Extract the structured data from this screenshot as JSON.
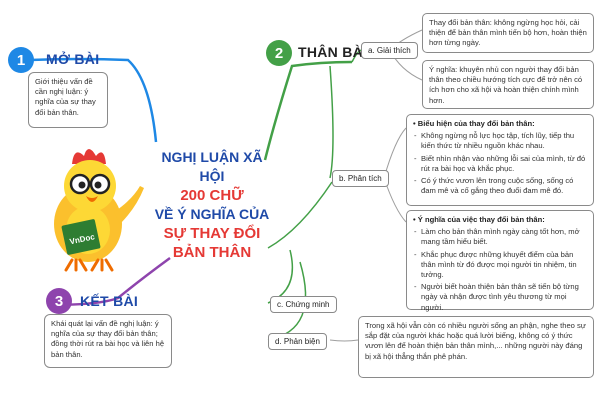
{
  "center": {
    "line1": "NGHỊ LUẬN XÃ HỘI",
    "line2": "200 CHỮ",
    "line3": "VỀ Ý NGHĨA CỦA",
    "line4": "SỰ THAY ĐỔI",
    "line5": "BẢN THÂN"
  },
  "mascot": {
    "book_text": "VnDoc"
  },
  "colors": {
    "blue": "#1e88e5",
    "green": "#43a047",
    "purple": "#8e44ad",
    "red": "#e53935",
    "navy": "#1f4aa8"
  },
  "sections": {
    "mo_bai": {
      "number": "1",
      "title": "MỞ BÀI",
      "text": "Giới thiệu vấn đề cần nghị luận: ý nghĩa của sự thay đổi bản thân."
    },
    "than_bai": {
      "number": "2",
      "title": "THÂN BÀI",
      "a_label": "a. Giải thích",
      "a_text1": "Thay đổi bản thân: không ngừng học hỏi, cải thiện để bản thân mình tiến bộ hơn, hoàn thiện hơn từng ngày.",
      "a_text2": "Ý nghĩa: khuyên nhủ con người thay đổi bản thân theo chiều hướng tích cực để trở nên có ích hơn cho xã hội và hoàn thiện chính mình hơn.",
      "b_label": "b. Phân tích",
      "b1_title": "Biểu hiện của thay đổi bản thân:",
      "b1_items": [
        "Không ngừng nỗ lực học tập, tích lũy, tiếp thu kiến thức từ nhiều nguồn khác nhau.",
        "Biết nhìn nhận vào những lỗi sai của mình, từ đó rút ra bài học và khắc phục.",
        "Có ý thức vươn lên trong cuộc sống, sống có đam mê và cố gắng theo đuổi đam mê đó."
      ],
      "b2_title": "Ý nghĩa của việc thay đổi bản thân:",
      "b2_items": [
        "Làm cho bản thân mình ngày càng tốt hơn, mở mang tầm hiểu biết.",
        "Khắc phục được những khuyết điểm của bản thân mình từ đó được mọi người tin nhiệm, tin tưởng.",
        "Người biết hoàn thiện bản thân sẽ tiến bộ từng ngày và nhận được tình yêu thương từ mọi người."
      ],
      "c_label": "c. Chứng minh",
      "d_label": "d. Phản biện",
      "d_text": "Trong xã hội vẫn còn có nhiều người sống an phận, nghe theo sự sắp đặt của người khác hoặc quá lười biếng, không có ý thức vươn lên để hoàn thiện bản thân mình,... những người này đáng bị xã hội thẳng thắn phê phán."
    },
    "ket_bai": {
      "number": "3",
      "title": "KẾT BÀI",
      "text": "Khái quát lại vấn đề nghị luận: ý nghĩa của sự thay đổi bản thân; đồng thời rút ra bài học và liên hệ bản thân."
    }
  }
}
